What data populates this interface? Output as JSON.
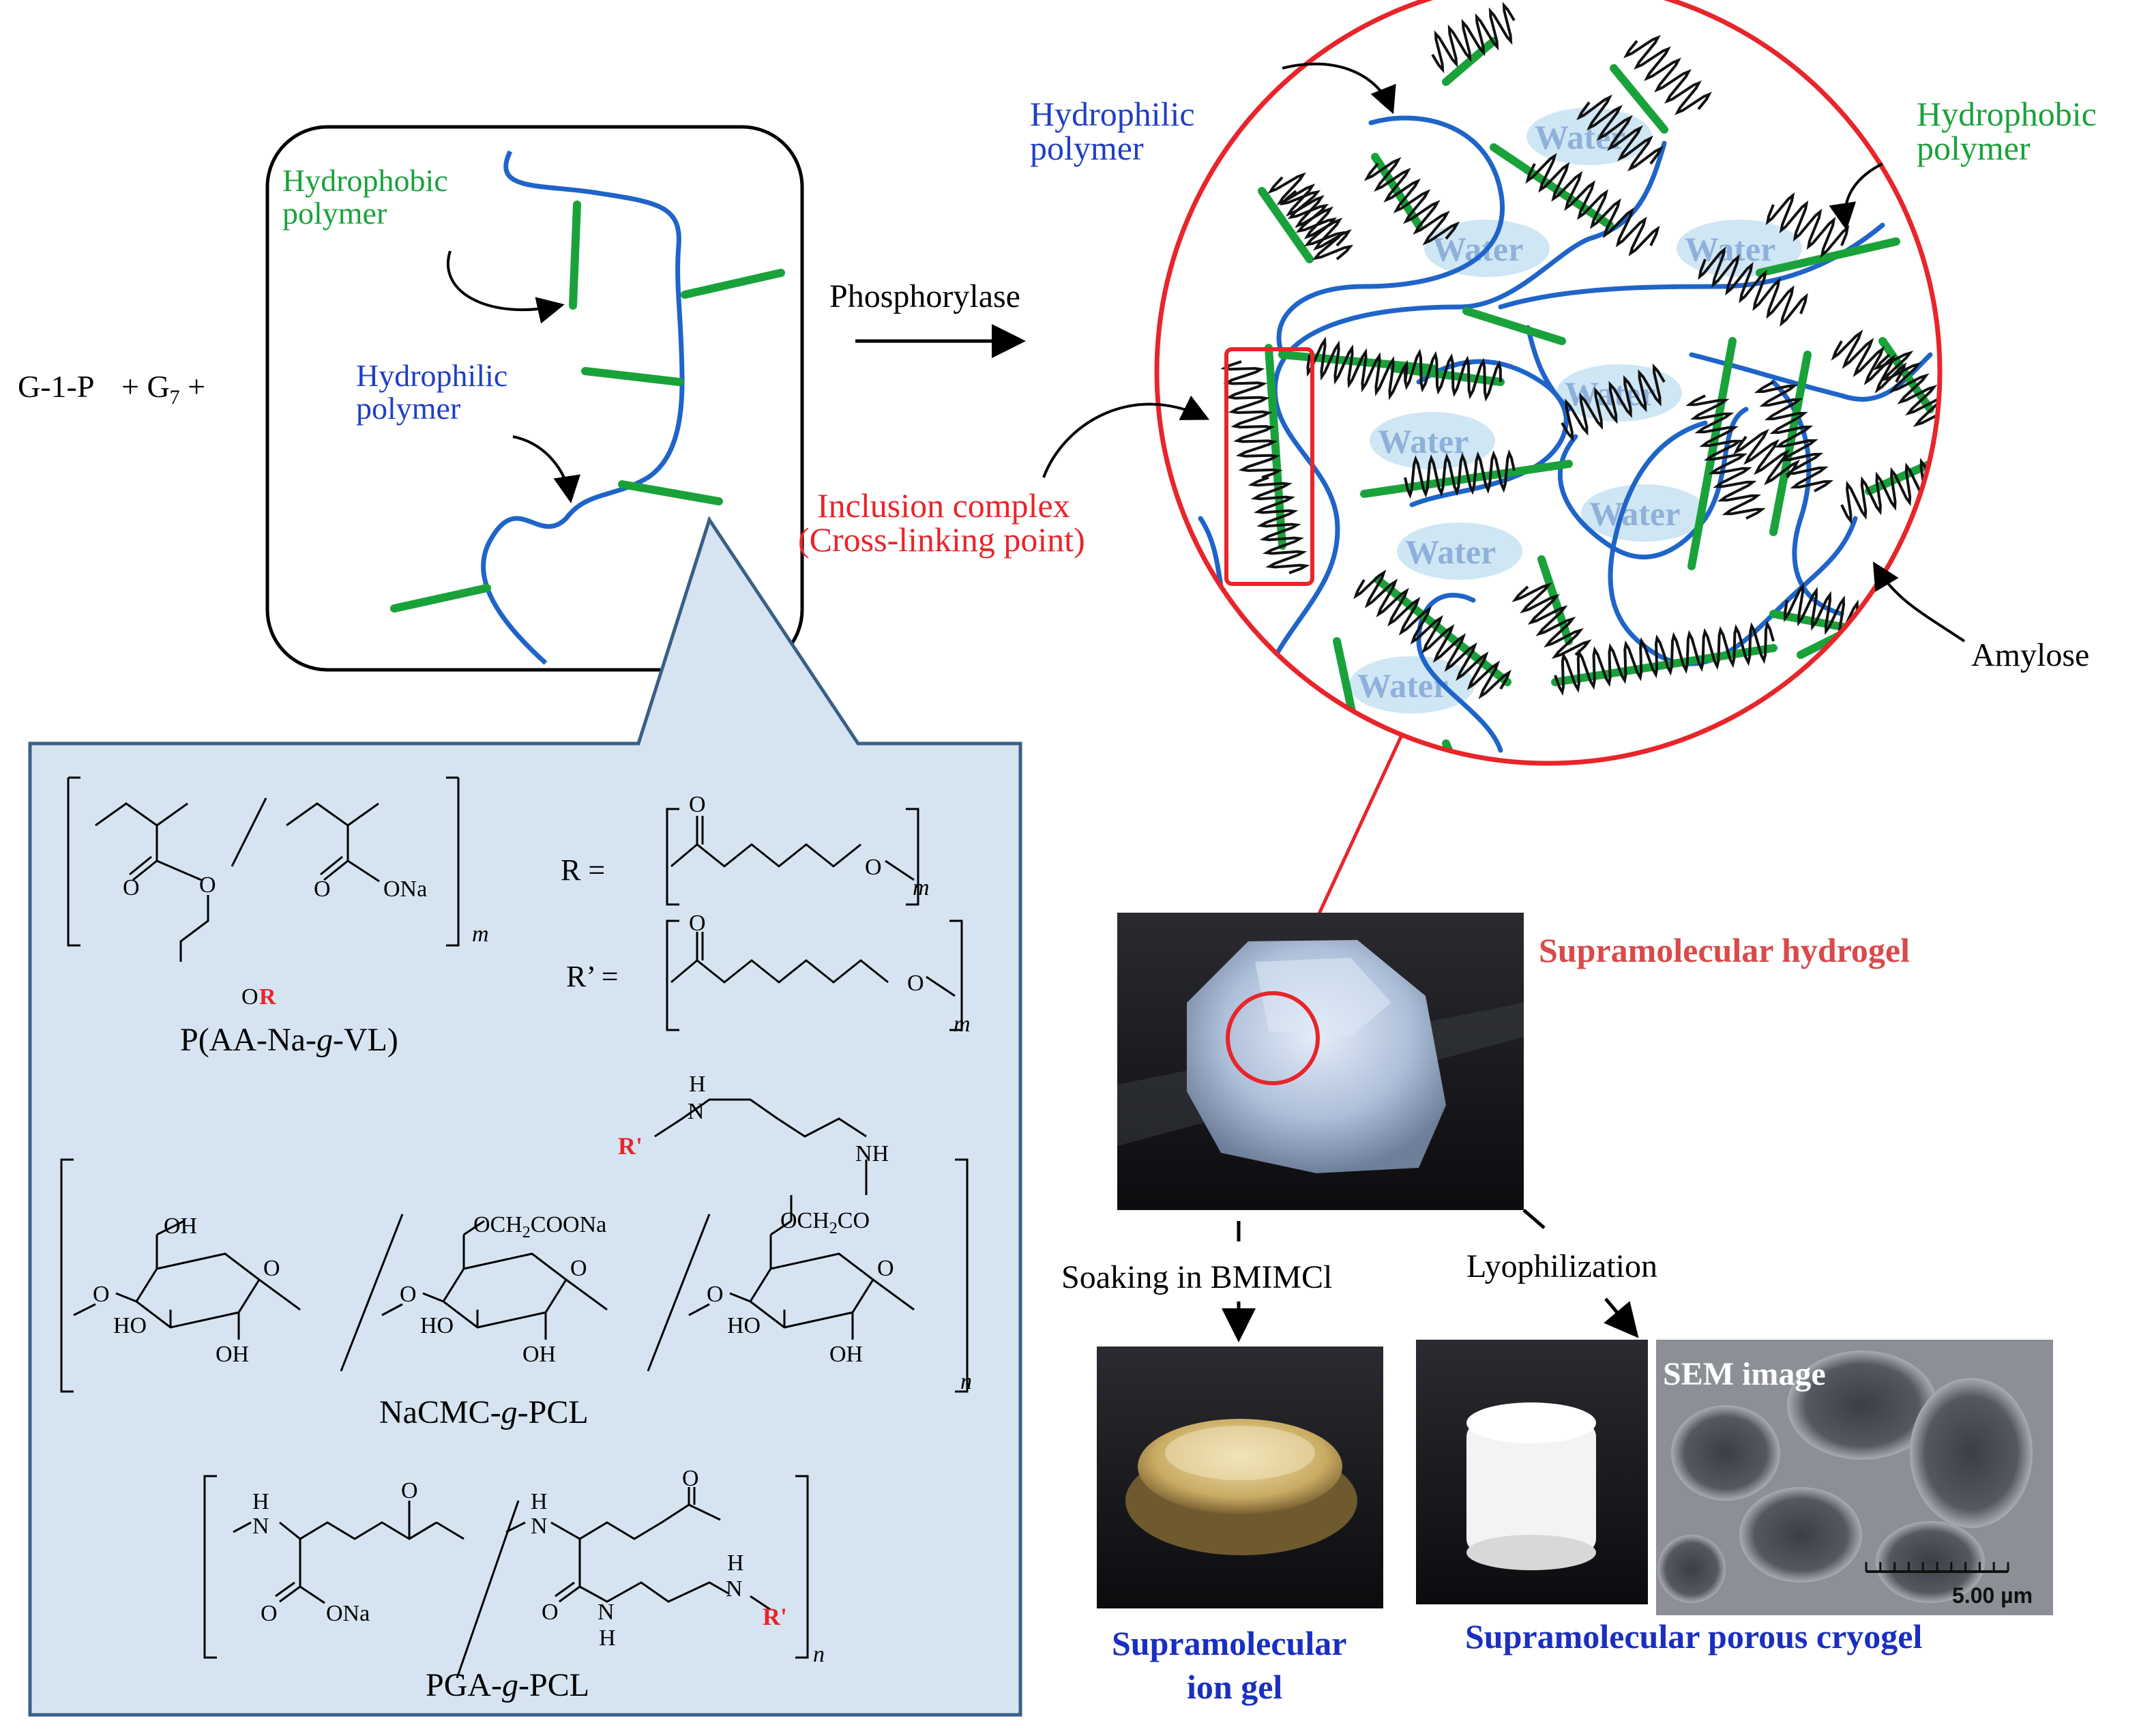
{
  "colors": {
    "hydrophobic": "#1aa23a",
    "hydrophilic": "#1f5fc4",
    "red": "#e8252a",
    "panel_fill": "#d6e4f1",
    "panel_stroke": "#3a5f86",
    "water": "#cfe6f4",
    "water_text": "#8fb0da",
    "title_blue": "#1a2fc0",
    "title_red": "#d94a4a"
  },
  "reaction": {
    "reactants_a": "G-1-P",
    "reactants_b": "+ G",
    "reactants_sub": "7",
    "reactants_c": " +",
    "enzyme": "Phosphorylase"
  },
  "box": {
    "hydrophobic_1": "Hydrophobic",
    "hydrophobic_2": "polymer",
    "hydrophilic_1": "Hydrophilic",
    "hydrophilic_2": "polymer"
  },
  "network": {
    "hydrophilic_1": "Hydrophilic",
    "hydrophilic_2": "polymer",
    "hydrophobic_1": "Hydrophobic",
    "hydrophobic_2": "polymer",
    "inclusion_1": "Inclusion  complex",
    "inclusion_2": "(Cross-linking point)",
    "amylose": "Amylose",
    "water": "Water"
  },
  "structures": {
    "p1_name_a": "P(AA-Na-",
    "p1_name_g": "g",
    "p1_name_b": "-VL)",
    "r_label": "R  =",
    "r2_label": "R’ =",
    "m": "m",
    "n": "n",
    "O": "O",
    "ONa": "ONa",
    "OR_O": "O",
    "OR_R": "R",
    "Rp": "R'",
    "H": "H",
    "N": "N",
    "NH": "NH",
    "OH": "OH",
    "HO": "HO",
    "och2cooh_a": "OCH",
    "och2cooh_sub": "2",
    "och2cooh_b": "COONa",
    "och2co_a": "OCH",
    "och2co_sub": "2",
    "och2co_b": "CO",
    "p2_name_a": "NaCMC-",
    "p2_name_g": "g",
    "p2_name_b": "-PCL",
    "p3_name_a": "PGA-",
    "p3_name_g": "g",
    "p3_name_b": "-PCL"
  },
  "photos": {
    "hydrogel": "Supramolecular  hydrogel",
    "soaking": "Soaking  in  BMIMCl",
    "lyophilization": "Lyophilization",
    "ion_gel_1": "Supramolecular",
    "ion_gel_2": "ion gel",
    "cryogel": "Supramolecular  porous  cryogel",
    "sem": "SEM image",
    "scale": "5.00 µm"
  }
}
